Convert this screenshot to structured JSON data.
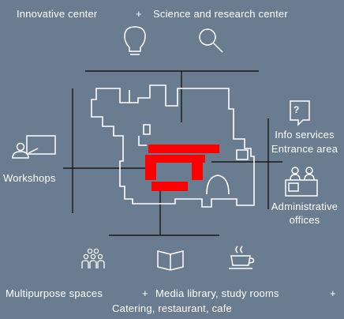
{
  "top": {
    "left_label": "Innovative center",
    "plus": "+",
    "right_label": "Science and research center",
    "left_icon": "lightbulb-icon",
    "right_icon": "magnifier-icon"
  },
  "left": {
    "label": "Workshops",
    "icon": "presenter-board-icon"
  },
  "right": {
    "info_badge": "?",
    "info_line1": "Info services",
    "info_line2": "Entrance area",
    "info_icon": "question-bubble-icon",
    "admin_line1": "Administrative",
    "admin_line2": "offices",
    "admin_icon": "reception-desk-icon"
  },
  "bottom": {
    "line1_a": "Multipurpose spaces",
    "plus1": "+",
    "line1_b": "Media library, study rooms",
    "plus2": "+",
    "line2": "Catering, restaurant, cafe",
    "icon_people": "group-people-icon",
    "icon_book": "open-book-icon",
    "icon_cup": "coffee-cup-icon"
  },
  "colors": {
    "background": "#6a7c90",
    "lines": "#1a1a1a",
    "outline": "#ffffff",
    "highlight": "#ff0000"
  }
}
